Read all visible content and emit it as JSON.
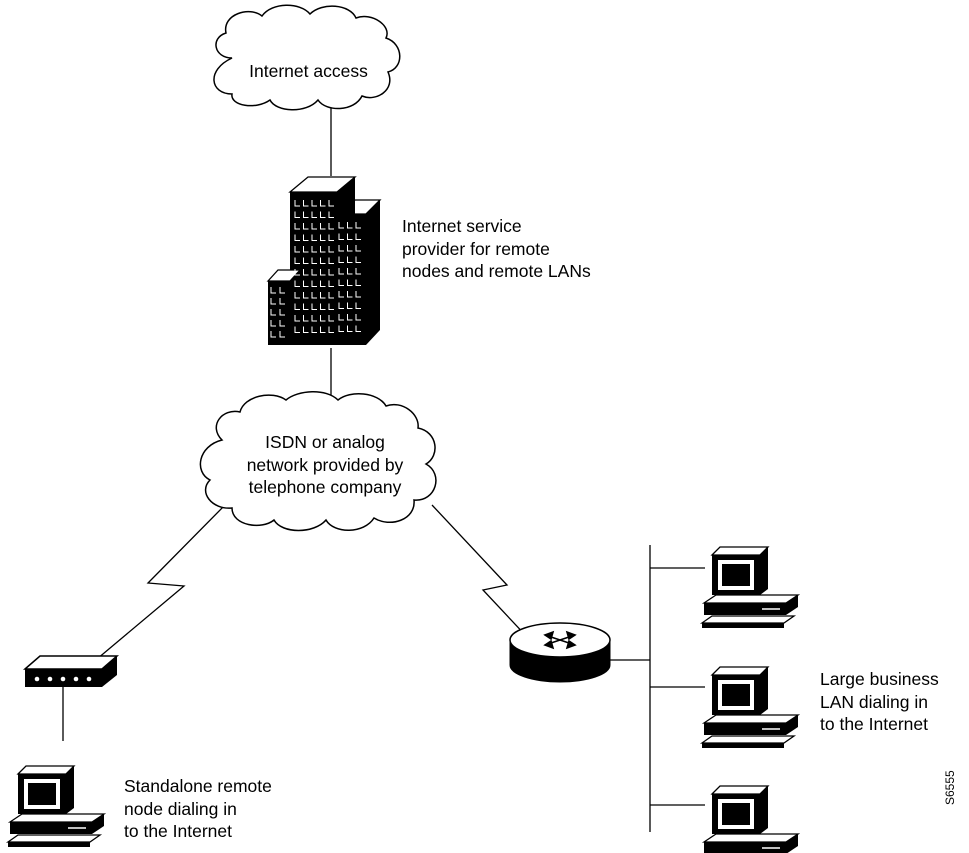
{
  "labels": {
    "cloud_top": "Internet access",
    "isp": "Internet service\nprovider for remote\nnodes and remote LANs",
    "cloud_mid": "ISDN or analog\nnetwork provided by\ntelephone company",
    "standalone": "Standalone remote\nnode dialing in\nto the Internet",
    "large_business": "Large business\nLAN dialing in\nto the Internet",
    "figure_id": "S6555"
  }
}
